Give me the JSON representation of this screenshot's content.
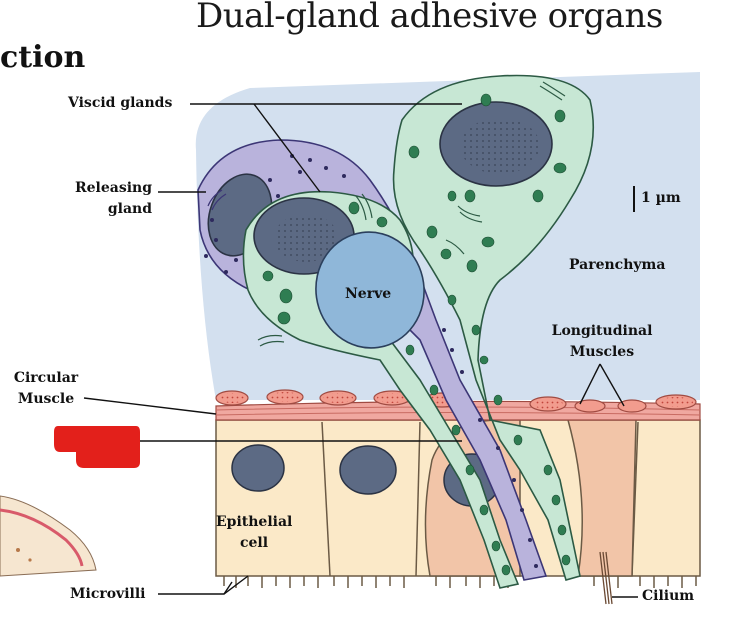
{
  "header": {
    "title": "Dual-gland adhesive organs",
    "section_fragment": "ction"
  },
  "labels": {
    "viscid_glands": "Viscid glands",
    "releasing_gland_line1": "Releasing",
    "releasing_gland_line2": "gland",
    "scale_bar": "1 µm",
    "parenchyma": "Parenchyma",
    "nerve": "Nerve",
    "longitudinal_line1": "Longitudinal",
    "longitudinal_line2": "Muscles",
    "circular_line1": "Circular",
    "circular_line2": "Muscle",
    "epithelial_line1": "Epithelial",
    "epithelial_line2": "cell",
    "microvilli": "Microvilli",
    "cilium": "Cilium"
  },
  "colors": {
    "parenchyma_bg": "#d3e0ef",
    "viscid_gland": "#c7e7d4",
    "viscid_granule": "#2f7d52",
    "releasing_gland": "#b9b3dc",
    "releasing_granule": "#2e2a5e",
    "nucleus": "#5c6a84",
    "nerve": "#8fb7d9",
    "epithelium": "#fbe9c8",
    "highlight_cell": "#f2c5a8",
    "muscle": "#f0a8a0",
    "redaction": "#e3201b"
  }
}
